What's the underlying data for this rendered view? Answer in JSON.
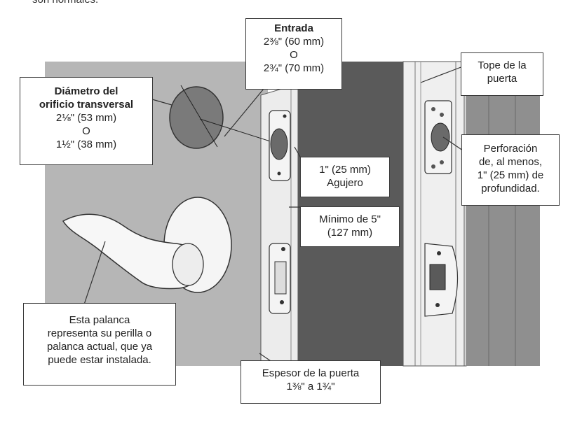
{
  "top_note": "son normales.",
  "callouts": {
    "entrada": {
      "title": "Entrada",
      "line1": "2⅜\" (60 mm)",
      "or": "O",
      "line2": "2¾\" (70 mm)"
    },
    "diametro": {
      "title1": "Diámetro del",
      "title2": "orificio transversal",
      "line1": "2⅛\" (53 mm)",
      "or": "O",
      "line2": "1½\" (38 mm)"
    },
    "tope": {
      "line1": "Tope de la",
      "line2": "puerta"
    },
    "agujero": {
      "line1": "1\" (25 mm)",
      "line2": "Agujero"
    },
    "perforacion": {
      "line1": "Perforación",
      "line2": "de, al menos,",
      "line3": "1\" (25 mm) de",
      "line4": "profundidad."
    },
    "minimo": {
      "line1": "Mínimo de 5\"",
      "line2": "(127 mm)"
    },
    "palanca": {
      "line1": "Esta palanca",
      "line2": "representa su perilla o",
      "line3": "palanca actual, que ya",
      "line4": "puede estar instalada."
    },
    "espesor": {
      "line1": "Espesor de la puerta",
      "line2": "1⅜\" a 1¾\""
    }
  }
}
